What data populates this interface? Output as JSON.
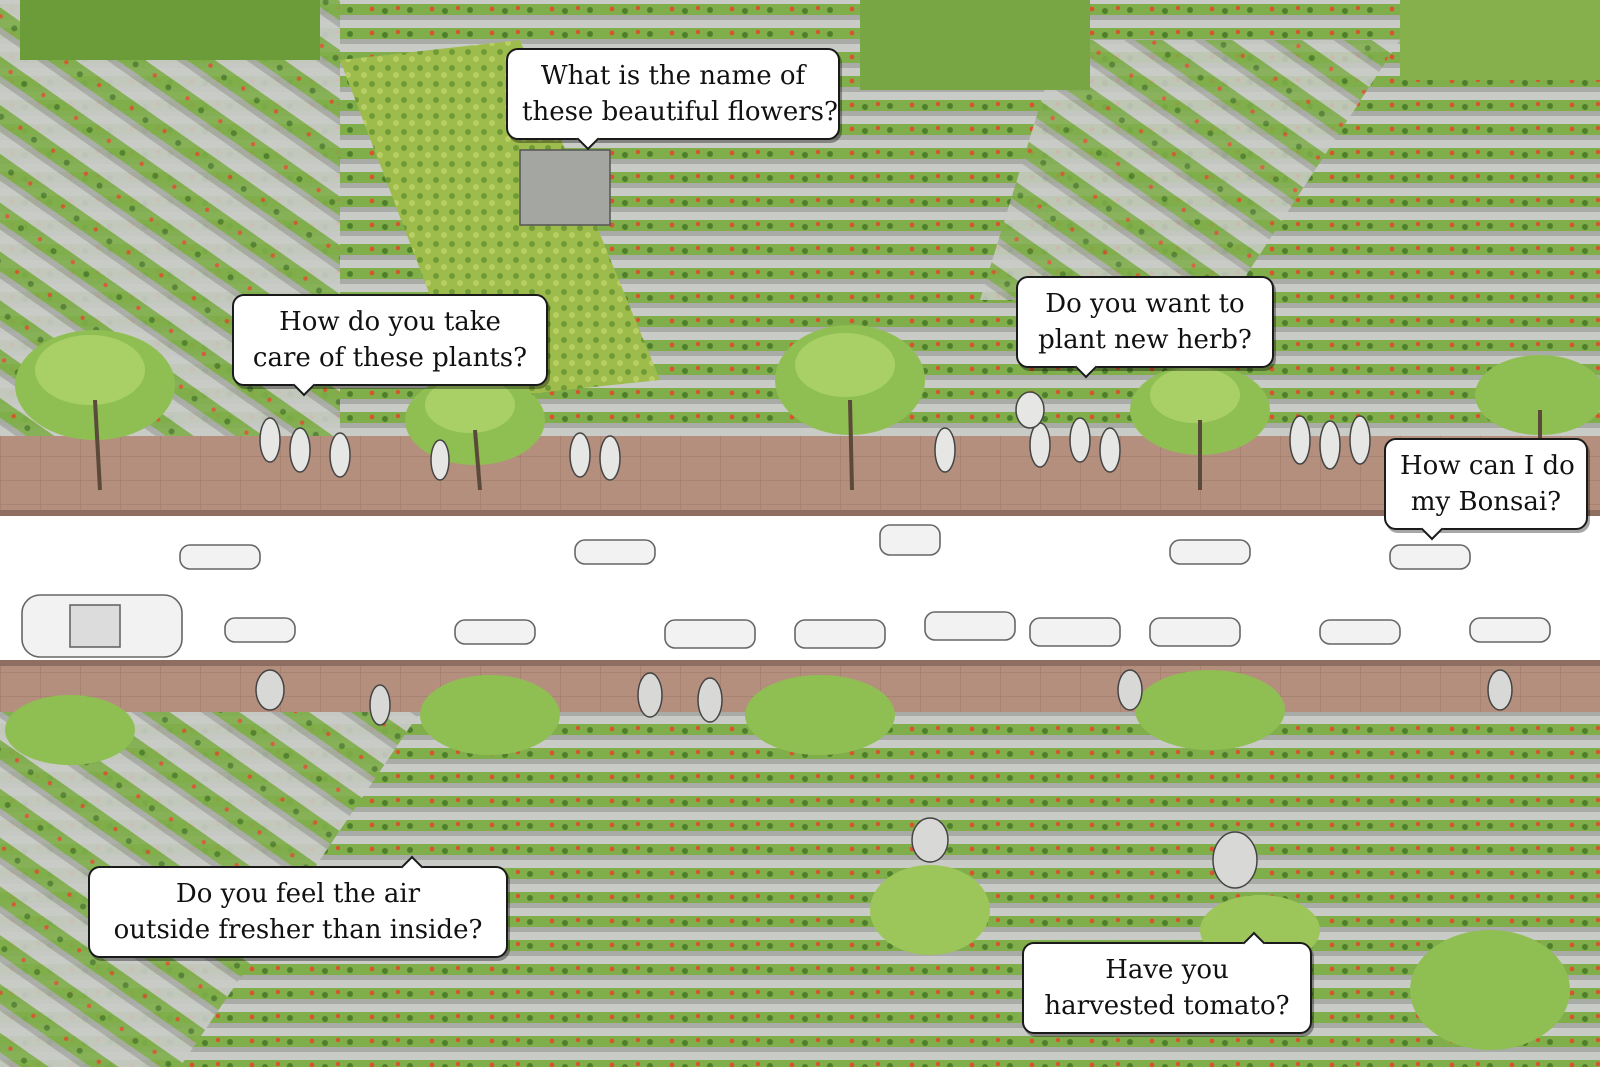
{
  "colors": {
    "foliage": "#7fae4a",
    "foliage_dark": "#4f7f2c",
    "concrete": "#c9cbc7",
    "sidewalk": "#b08a78",
    "road": "#ffffff",
    "flower": "#d9542c"
  },
  "speech_bubbles": [
    {
      "id": "flowers",
      "lines": [
        "What is the name of",
        "these beautiful flowers?"
      ]
    },
    {
      "id": "plants",
      "lines": [
        "How do you take",
        "care of these plants?"
      ]
    },
    {
      "id": "herb",
      "lines": [
        "Do you want to",
        "plant new herb?"
      ]
    },
    {
      "id": "bonsai",
      "lines": [
        "How can I do",
        "my Bonsai?"
      ]
    },
    {
      "id": "air",
      "lines": [
        "Do you feel the air",
        "outside fresher than inside?"
      ]
    },
    {
      "id": "tomato",
      "lines": [
        "Have you",
        "harvested tomato?"
      ]
    }
  ]
}
